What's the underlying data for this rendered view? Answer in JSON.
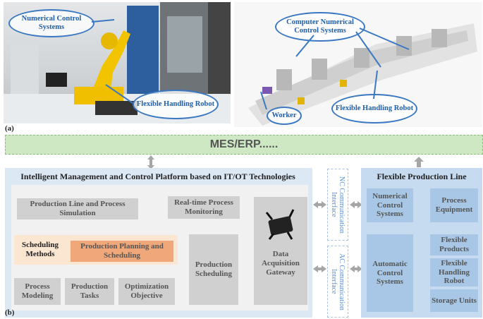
{
  "photos": {
    "left_callouts": {
      "nc_systems": "Numerical Control Systems",
      "robot": "Flexible Handling Robot"
    },
    "right_callouts": {
      "cnc_systems": "Computer Numerical Control Systems",
      "robot": "Flexible Handling Robot",
      "worker": "Worker"
    },
    "panel_a_label": "(a)"
  },
  "mes_bar": {
    "label": "MES/ERP......"
  },
  "platform": {
    "title": "Intelligent Management and Control Platform based on IT/OT Technologies",
    "boxes": {
      "simulation": "Production Line and Process Simulation",
      "scheduling_methods": "Scheduling Methods",
      "planning": "Production Planning and Scheduling",
      "modeling": "Process Modeling",
      "tasks": "Production Tasks",
      "objective": "Optimization Objective",
      "monitoring": "Real-time Process Monitoring",
      "prod_scheduling": "Production Scheduling",
      "gateway": "Data Acquisition Gateway"
    }
  },
  "interfaces": {
    "nc": "NC Communication Interface",
    "ac": "AC Communication Interface"
  },
  "line": {
    "title": "Flexible Production Line",
    "nc_systems": "Numerical Control Systems",
    "process_equipment": "Process Equipment",
    "auto_control": "Automatic Control Systems",
    "products": "Flexible Products",
    "robot": "Flexible Handling Robot",
    "storage": "Storage Units"
  },
  "panel_b_label": "(b)"
}
